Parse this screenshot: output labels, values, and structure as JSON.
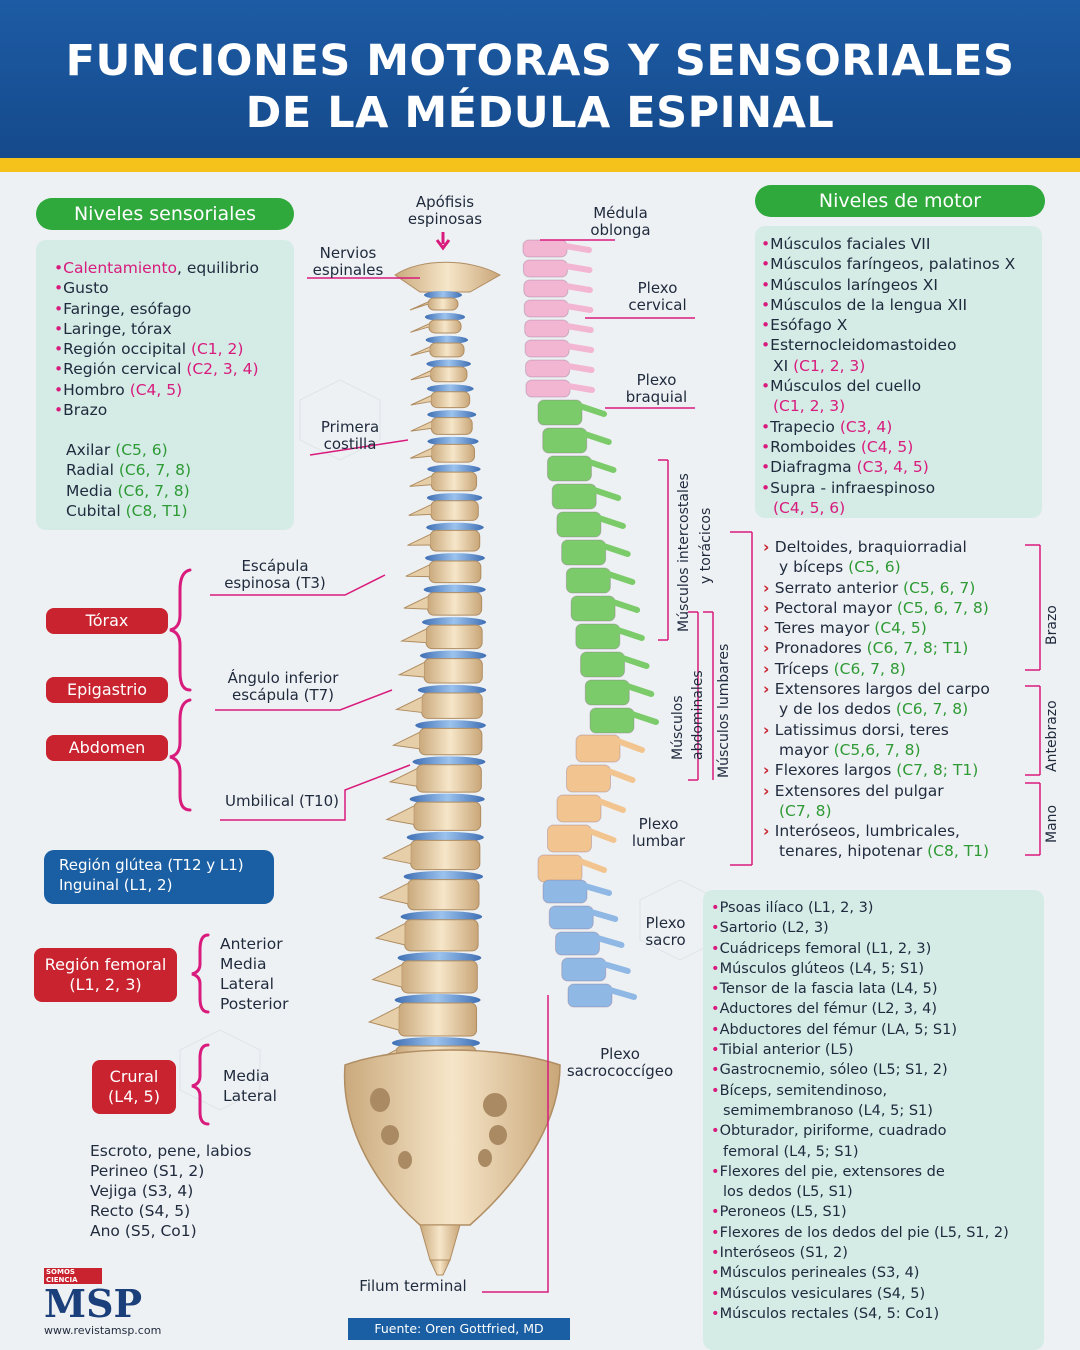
{
  "title": {
    "line1": "FUNCIONES MOTORAS Y SENSORIALES",
    "line2": "DE LA MÉDULA ESPINAL"
  },
  "sensory": {
    "heading": "Niveles sensoriales",
    "items": [
      {
        "text": "Calentamiento",
        "highlight": "Calentamiento",
        "rest": ", equilibrio"
      },
      {
        "text": "Gusto"
      },
      {
        "text": "Faringe, esófago"
      },
      {
        "text": "Laringe, tórax"
      },
      {
        "text": "Región occipital ",
        "level": "(C1, 2)"
      },
      {
        "text": "Región cervical ",
        "level": "(C2, 3, 4)"
      },
      {
        "text": "Hombro ",
        "level": "(C4, 5)"
      },
      {
        "text": "Brazo"
      }
    ],
    "nerves": [
      {
        "text": "Axilar ",
        "level": "(C5, 6)"
      },
      {
        "text": "Radial ",
        "level": "(C6, 7, 8)"
      },
      {
        "text": "Media ",
        "level": "(C6, 7, 8)"
      },
      {
        "text": "Cubital ",
        "level": "(C8, T1)"
      }
    ]
  },
  "regions": {
    "torax": "Tórax",
    "epigastrio": "Epigastrio",
    "abdomen": "Abdomen",
    "glutea_line1": "Región glútea (T12 y L1)",
    "glutea_line2": "Inguinal (L1, 2)",
    "femoral_line1": "Región femoral",
    "femoral_line2": "(L1, 2, 3)",
    "femoral_parts": [
      "Anterior",
      "Media",
      "Lateral",
      "Posterior"
    ],
    "crural_line1": "Crural",
    "crural_line2": "(L4, 5)",
    "crural_parts": [
      "Media",
      "Lateral"
    ],
    "genital": [
      "Escroto, pene, labios",
      "Perineo (S1, 2)",
      "Vejiga (S3, 4)",
      "Recto (S4, 5)",
      "Ano (S5, Co1)"
    ]
  },
  "spine_labels": {
    "apofisis": [
      "Apófisis",
      "espinosas"
    ],
    "nervios": [
      "Nervios",
      "espinales"
    ],
    "primera": [
      "Primera",
      "costilla"
    ],
    "escapula": [
      "Escápula",
      "espinosa (T3)"
    ],
    "angulo": [
      "Ángulo inferior",
      "escápula (T7)"
    ],
    "umbilical": "Umbilical (T10)",
    "filum": "Filum terminal"
  },
  "plexus_labels": {
    "medula": [
      "Médula",
      "oblonga"
    ],
    "cervical": [
      "Plexo",
      "cervical"
    ],
    "braquial": [
      "Plexo",
      "braquial"
    ],
    "lumbar": [
      "Plexo",
      "lumbar"
    ],
    "sacro": [
      "Plexo",
      "sacro"
    ],
    "sacrococcigeo": [
      "Plexo",
      "sacrococcígeo"
    ],
    "intercostales": [
      "Músculos intercostales",
      "y torácicos"
    ],
    "abdominales": [
      "Músculos",
      "abdominales"
    ],
    "lumbares": "Músculos lumbares"
  },
  "motor": {
    "heading": "Niveles de motor",
    "items": [
      {
        "text": "Músculos faciales VII"
      },
      {
        "text": "Músculos faríngeos, palatinos X"
      },
      {
        "text": "Músculos laríngeos XI"
      },
      {
        "text": "Músculos de la lengua XII"
      },
      {
        "text": "Esófago X"
      },
      {
        "text": "Esternocleidomastoideo",
        "cont": "XI ",
        "level": "(C1, 2, 3)"
      },
      {
        "text": "Músculos del cuello",
        "cont": "",
        "level": "(C1, 2, 3)"
      },
      {
        "text": "Trapecio ",
        "level": "(C3, 4)"
      },
      {
        "text": "Romboides ",
        "level": "(C4, 5)"
      },
      {
        "text": "Diafragma ",
        "level": "(C3, 4, 5)"
      },
      {
        "text": "Supra - infraespinoso",
        "cont": "",
        "level": "(C4, 5, 6)"
      }
    ],
    "arm": [
      {
        "text": "Deltoides, braquiorradial",
        "cont": "y bíceps ",
        "level": "(C5, 6)"
      },
      {
        "text": "Serrato anterior ",
        "level": "(C5, 6, 7)"
      },
      {
        "text": "Pectoral mayor ",
        "level": "(C5, 6, 7, 8)"
      },
      {
        "text": "Teres mayor ",
        "level": "(C4, 5)"
      },
      {
        "text": "Pronadores ",
        "level": "(C6, 7, 8; T1)"
      },
      {
        "text": "Tríceps ",
        "level": "(C6, 7, 8)"
      },
      {
        "text": "Extensores largos del carpo",
        "cont": "y de los dedos ",
        "level": "(C6, 7, 8)"
      },
      {
        "text": "Latissimus dorsi, teres",
        "cont": "mayor ",
        "level": "(C5,6, 7, 8)"
      },
      {
        "text": "Flexores largos ",
        "level": "(C7, 8; T1)"
      },
      {
        "text": "Extensores del pulgar",
        "cont": "",
        "level": "(C7, 8)"
      },
      {
        "text": "Interóseos, lumbricales,",
        "cont": "tenares, hipotenar ",
        "level": "(C8, T1)"
      }
    ],
    "arm_groups": {
      "brazo": "Brazo",
      "antebrazo": "Antebrazo",
      "mano": "Mano"
    },
    "leg": [
      "Psoas ilíaco (L1, 2, 3)",
      "Sartorio (L2, 3)",
      "Cuádriceps femoral (L1, 2, 3)",
      "Músculos glúteos (L4, 5; S1)",
      "Tensor de la fascia lata (L4, 5)",
      "Aductores del fémur (L2, 3, 4)",
      "Abductores del fémur (LA, 5; S1)",
      "Tibial anterior (L5)",
      "Gastrocnemio, sóleo (L5; S1, 2)",
      "Bíceps, semitendinoso,|semimembranoso (L4, 5; S1)",
      "Obturador, piriforme, cuadrado|femoral (L4, 5; S1)",
      "Flexores del pie, extensores de|los dedos (L5, S1)",
      "Peroneos (L5, S1)",
      "Flexores de los dedos del pie (L5, S1, 2)",
      "Interóseos (S1, 2)",
      "Músculos perineales (S3, 4)",
      "Músculos vesiculares (S4, 5)",
      "Músculos rectales (S4, 5: Co1)"
    ]
  },
  "source": "Fuente: Oren Gottfried, MD",
  "logo": {
    "top": "SOMOS CIENCIA",
    "mark": "MSP",
    "url": "www.revistamsp.com"
  },
  "colors": {
    "header": "#1d5ba4",
    "accent": "#f4c21b",
    "pink": "#d81b7c",
    "green": "#2e9a35",
    "red": "#c8232f",
    "panel": "#d4ebe6"
  }
}
